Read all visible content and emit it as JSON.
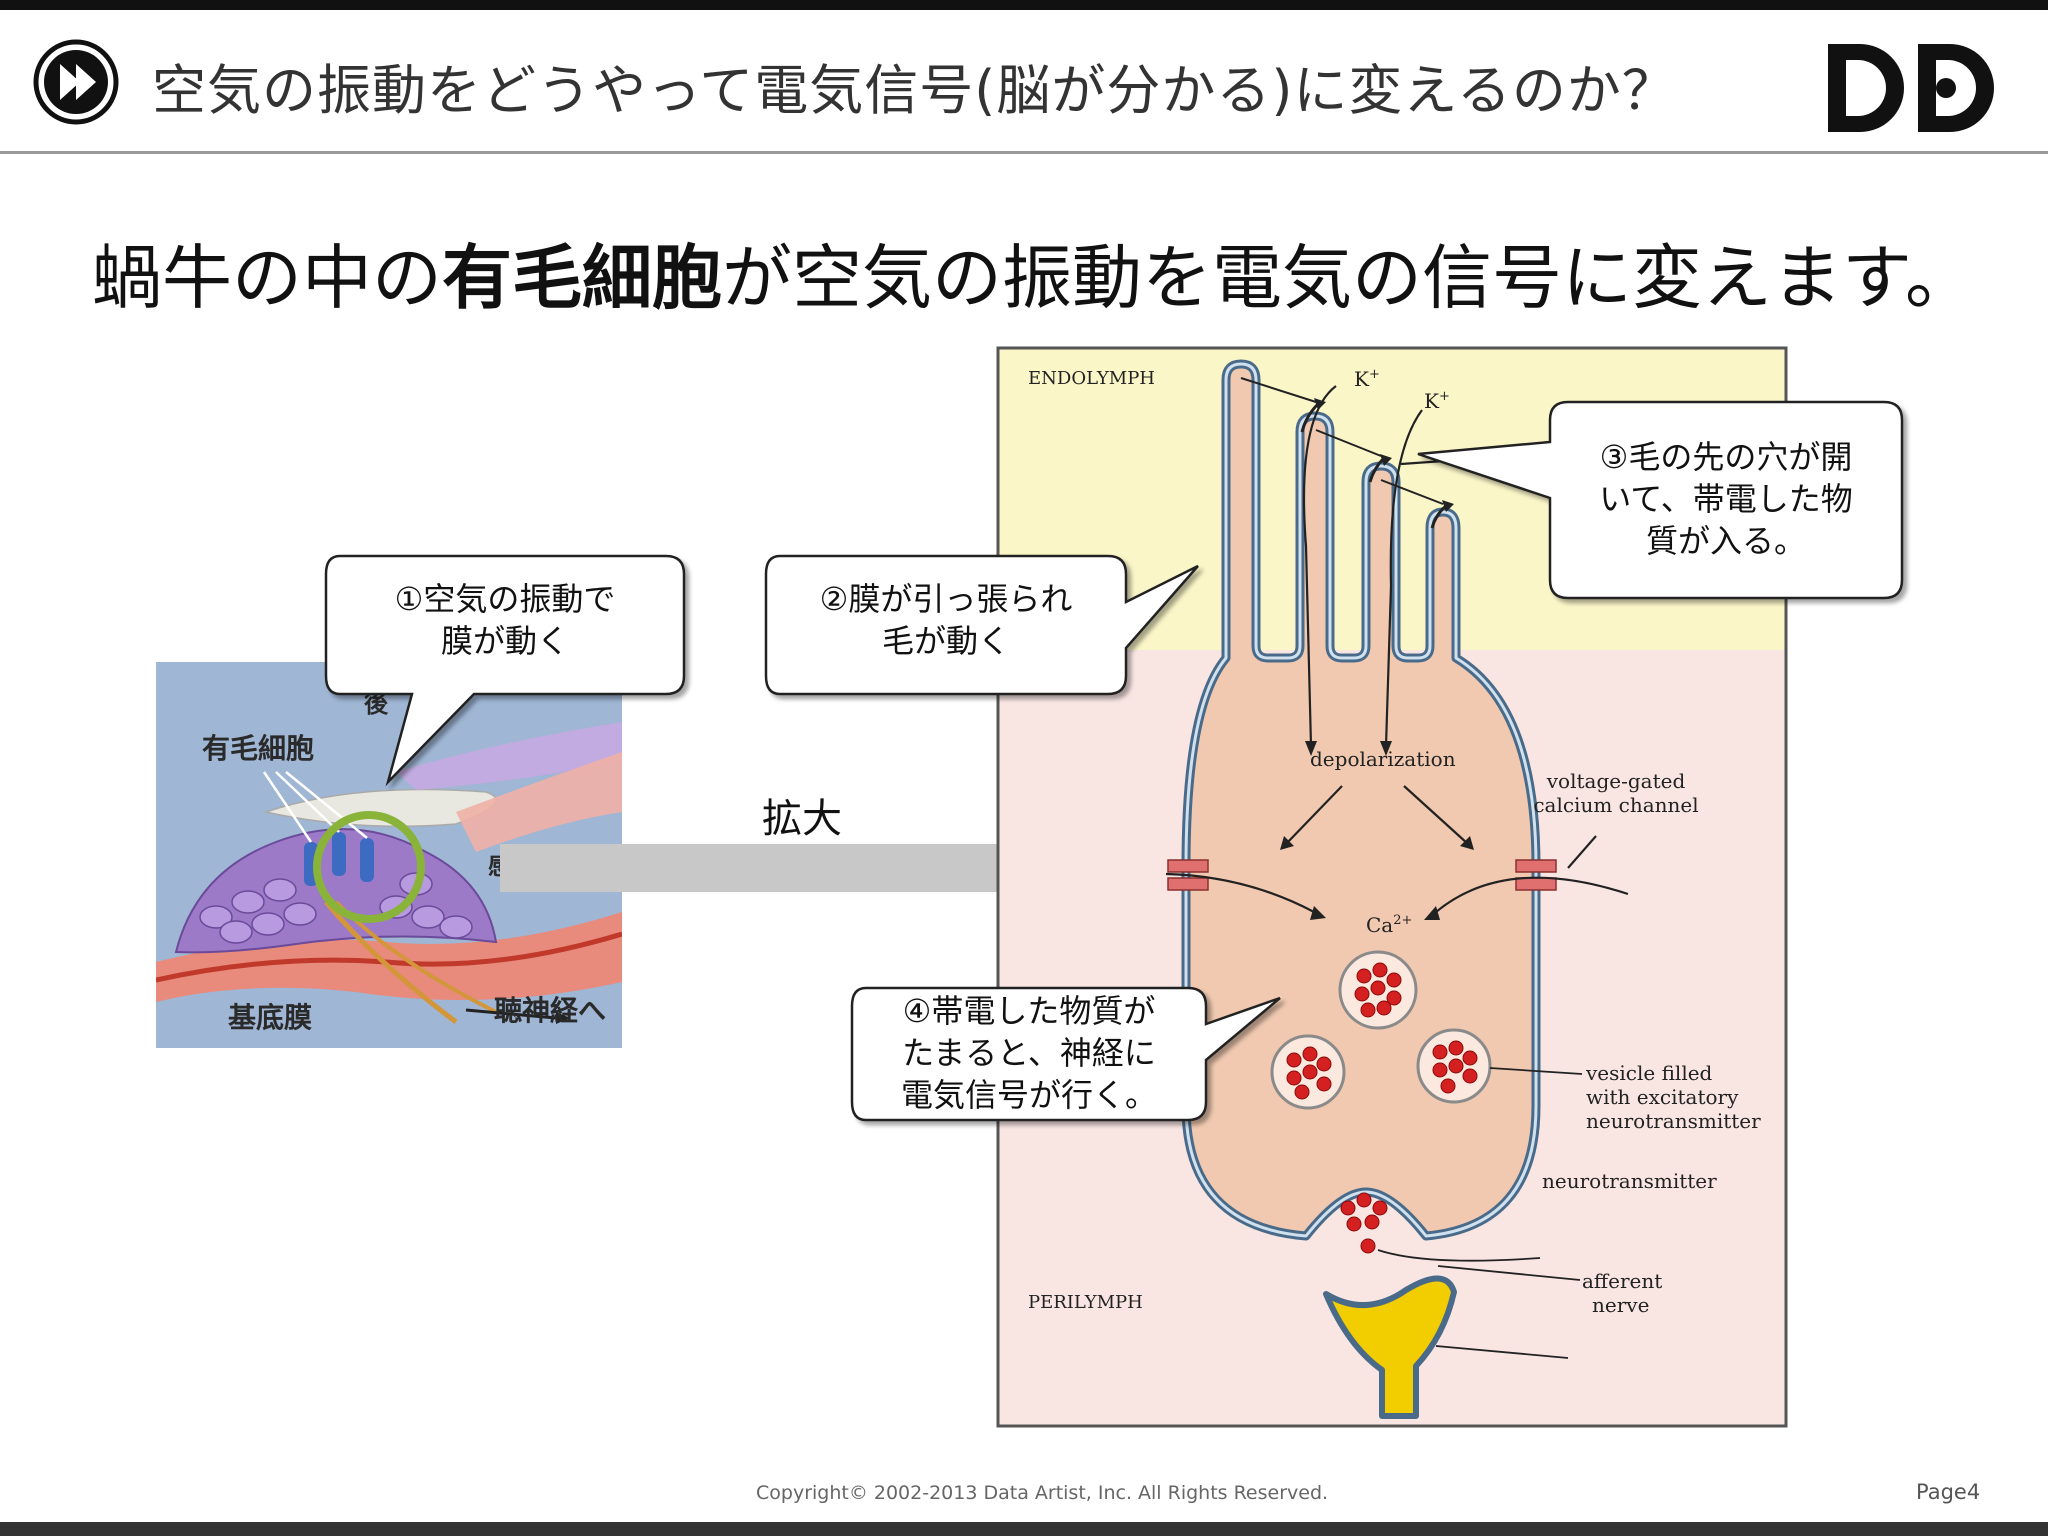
{
  "header": {
    "title": "空気の振動をどうやって電気信号(脳が分かる)に変えるのか？",
    "icon": "play-arrow-circle-icon",
    "logo_text": "DD"
  },
  "subtitle": {
    "part1": "蝸牛の中の",
    "bold": "有毛細胞",
    "part2": "が空気の振動を電気の信号に変えます。"
  },
  "left_illustration": {
    "label_hair_cell": "有毛細胞",
    "label_basilar": "基底膜",
    "label_nerve": "聴神経へ",
    "label_fragment_top": "後",
    "label_fragment_mid": "感覚毛"
  },
  "zoom": {
    "label": "拡大"
  },
  "callouts": {
    "c1": "①空気の振動で\n膜が動く",
    "c2": "②膜が引っ張られ\n毛が動く",
    "c3": "③毛の先の穴が開\nいて、帯電した物\n質が入る。",
    "c4": "④帯電した物質が\nたまると、神経に\n電気信号が行く。"
  },
  "diagram": {
    "endolymph": "ENDOLYMPH",
    "perilymph": "PERILYMPH",
    "k1": "K",
    "k2": "K",
    "plus": "+",
    "depolarization": "depolarization",
    "vgcc1": "voltage-gated",
    "vgcc2": "calcium channel",
    "ca": "Ca",
    "ca_sup": "2+",
    "vesicle1": "vesicle filled",
    "vesicle2": "with excitatory",
    "vesicle3": "neurotransmitter",
    "neurotransmitter": "neurotransmitter",
    "afferent1": "afferent",
    "afferent2": "nerve"
  },
  "footer": {
    "copyright": "Copyright© 2002-2013 Data Artist, Inc.   All Rights Reserved.",
    "page": "Page4"
  },
  "colors": {
    "endolymph_bg": "#fbf6c8",
    "perilymph_bg": "#f9e6e3",
    "cell_fill": "#f0c9b0",
    "nerve_fill": "#f2cd00",
    "vesicle_red": "#d42020",
    "arrow_gray": "#c8c8c8",
    "highlight_ring": "#8ab33a"
  }
}
